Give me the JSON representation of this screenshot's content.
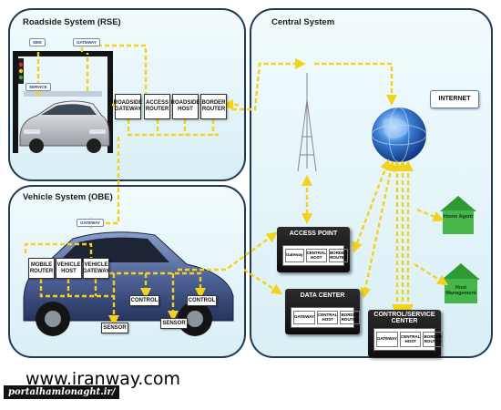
{
  "panels": {
    "rse": {
      "title": "Roadside System (RSE)"
    },
    "obe": {
      "title": "Vehicle System (OBE)"
    },
    "central": {
      "title": "Central System"
    }
  },
  "rse_chips": {
    "sms": "SMS",
    "gateway": "GATEWAY",
    "service": "SERVICE"
  },
  "rse_boxes": [
    "ROADSIDE GATEWAY",
    "ACCESS ROUTER",
    "ROADSIDE HOST",
    "BORDER ROUTER"
  ],
  "obe_chip": "GATEWAY",
  "obe_boxes": [
    "MOBILE ROUTER",
    "VEHICLE HOST",
    "VEHICLE GATEWAY"
  ],
  "obe_controls": [
    "CONTROL",
    "CONTROL"
  ],
  "obe_sensors": [
    "SENSOR",
    "SENSOR"
  ],
  "internet": "INTERNET",
  "access_point": {
    "title": "ACCESS POINT",
    "cells": [
      "Gateway",
      "CENTRAL HOST",
      "BORDER ROUTER"
    ]
  },
  "data_center": {
    "title": "DATA CENTER",
    "cells": [
      "GATEWAY",
      "CENTRAL HOST",
      "BORDER ROUTER"
    ]
  },
  "control_center": {
    "title": "CONTROL/SERVICE CENTER",
    "cells": [
      "GATEWAY",
      "CENTRAL HOST",
      "BORDER ROUTER"
    ]
  },
  "home_agent": "Home Agent",
  "host_mgmt": "Host Management",
  "watermark": "www.iranway.com",
  "watermark2": "portalhamlonaght.ir/",
  "colors": {
    "arrow": "#f2d21b",
    "panel_border": "#1f3b57",
    "house": "#46b64a"
  }
}
